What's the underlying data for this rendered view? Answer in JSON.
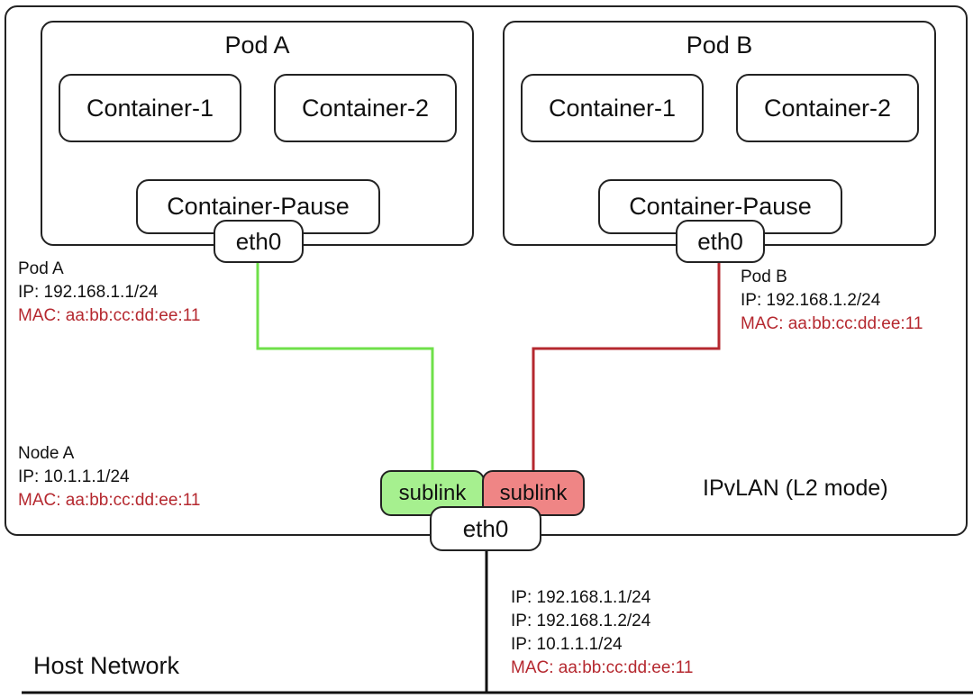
{
  "colors": {
    "pod_a_link": "#6fe04a",
    "pod_b_link": "#b5282f",
    "mac_text": "#b5282f",
    "sublink_a_fill": "#a6f08f",
    "sublink_b_fill": "#ef8585"
  },
  "node": {
    "mode_label": "IPvLAN (L2 mode)",
    "info": {
      "name": "Node A",
      "ip": "IP: 10.1.1.1/24",
      "mac": "MAC: aa:bb:cc:dd:ee:11"
    },
    "eth_label": "eth0",
    "sublinks": [
      {
        "label": "sublink"
      },
      {
        "label": "sublink"
      }
    ]
  },
  "pods": [
    {
      "title": "Pod A",
      "containers": [
        "Container-1",
        "Container-2"
      ],
      "pause": "Container-Pause",
      "eth": "eth0",
      "info": {
        "name": "Pod A",
        "ip": "IP: 192.168.1.1/24",
        "mac": "MAC: aa:bb:cc:dd:ee:11"
      }
    },
    {
      "title": "Pod B",
      "containers": [
        "Container-1",
        "Container-2"
      ],
      "pause": "Container-Pause",
      "eth": "eth0",
      "info": {
        "name": "Pod B",
        "ip": "IP: 192.168.1.2/24",
        "mac": "MAC: aa:bb:cc:dd:ee:11"
      }
    }
  ],
  "host": {
    "label": "Host Network",
    "ips": [
      "IP: 192.168.1.1/24",
      "IP: 192.168.1.2/24",
      "IP: 10.1.1.1/24"
    ],
    "mac": "MAC: aa:bb:cc:dd:ee:11"
  }
}
